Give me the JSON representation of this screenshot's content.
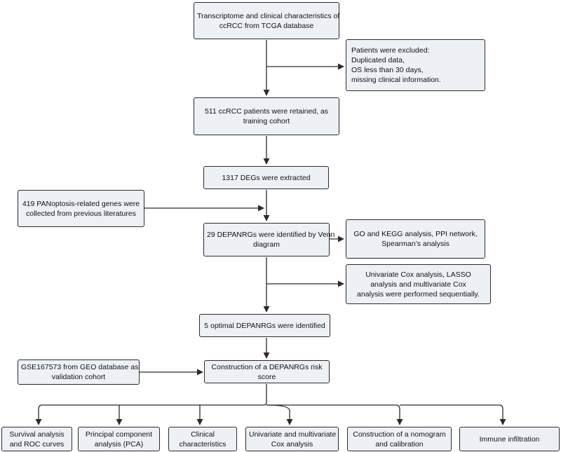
{
  "nodes": {
    "tcga": [
      "Transcriptome and clinical characteristics of",
      "ccRCC from TCGA database"
    ],
    "excluded": [
      "Patients were excluded:",
      "Duplicated data,",
      "OS less than 30 days,",
      "missing clinical information."
    ],
    "retained": [
      "511 ccRCC patients were retained, as",
      "training cohort"
    ],
    "degs": [
      "1317 DEGs were extracted"
    ],
    "panoptosis": [
      "419 PANoptosis-related genes were",
      "collected from previous literatures"
    ],
    "depanrgs": [
      "29 DEPANRGs were identified by Venn",
      "diagram"
    ],
    "go_kegg": [
      "GO and KEGG analysis, PPI network,",
      "Spearman’s analysis"
    ],
    "cox": [
      "Univariate Cox analysis, LASSO",
      "analysis and multivariate Cox",
      "analysis were performed sequentially."
    ],
    "optimal": [
      "5 optimal DEPANRGs were identified"
    ],
    "gse": [
      "GSE167573 from GEO database as",
      "validation cohort"
    ],
    "risk_score": [
      "Construction of a DEPANRGs risk",
      "score"
    ],
    "survival": [
      "Survival analysis",
      "and ROC curves"
    ],
    "pca": [
      "Principal component",
      "analysis (PCA)"
    ],
    "clinical": [
      "Clinical",
      "characteristics"
    ],
    "uni_multi": [
      "Univariate and multivariate",
      "Cox analysis"
    ],
    "nomogram": [
      "Construction of a nomogram",
      "and calibration"
    ],
    "immune": [
      "Immune infiltration"
    ]
  },
  "colors": {
    "box_fill": "#edf1f5",
    "stroke": "#2b2b2b"
  }
}
